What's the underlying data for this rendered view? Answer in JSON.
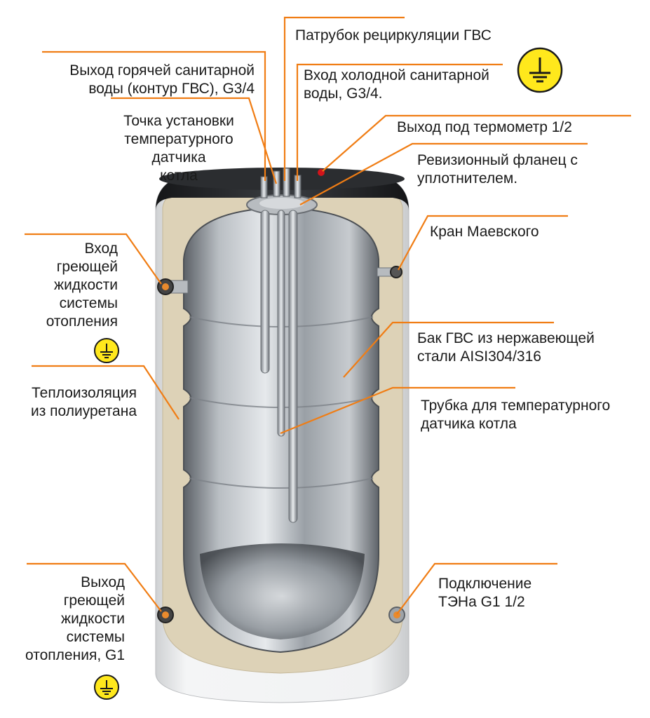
{
  "colors": {
    "leader": "#f07d14",
    "ground_badge": "#ffe81c",
    "insulation": "#ddd2b7",
    "shell": "#ecedee",
    "steel": "#aeb3b8",
    "lid": "#222427"
  },
  "icons": {
    "ground": "ground-symbol-icon"
  },
  "labels": {
    "recirc": "Патрубок рециркуляции ГВС",
    "hot_out": "Выход горячей санитарной\nводы (контур ГВС), G3/4",
    "cold_in": "Вход холодной санитарной\nводы, G3/4.",
    "sensor_point": "Точка установки\nтемпературного датчика\nкотла",
    "thermometer": "Выход под термометр 1/2",
    "flange": "Ревизионный фланец с\nуплотнителем.",
    "heating_in": "Вход\nгреющей\nжидкости\nсистемы\nотопления",
    "air_vent": "Кран Маевского",
    "tank": "Бак ГВС из нержавеющей\nстали AISI304/316",
    "insulation": "Теплоизоляция\nиз полиуретана",
    "sensor_tube": "Трубка для температурного\nдатчика котла",
    "heating_out": "Выход\nгреющей\nжидкости\nсистемы\nотопления, G1",
    "heater": "Подключение\nТЭНа G1 1/2"
  }
}
